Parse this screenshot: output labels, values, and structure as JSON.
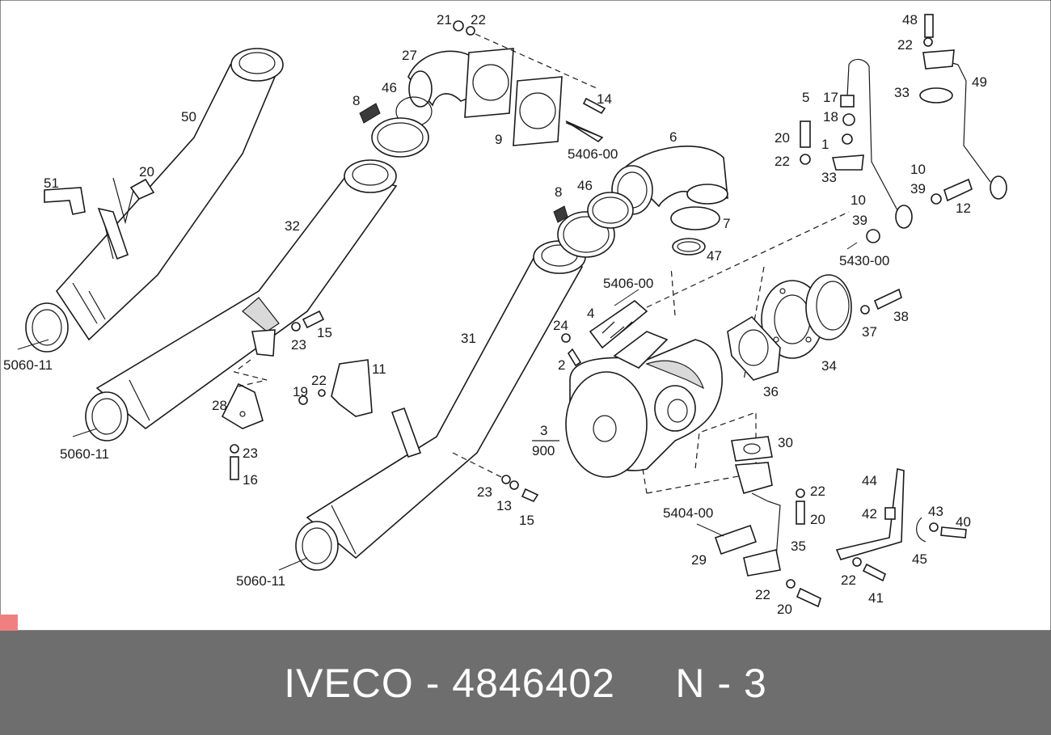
{
  "footer": {
    "brand": "IVECO",
    "separator": "-",
    "part_number": "4846402",
    "suffix": "N - 3"
  },
  "colors": {
    "footer_bg": "#6e6e6e",
    "footer_text": "#ffffff",
    "corner_mark": "#f08080",
    "line": "#1a1a1a"
  },
  "labels": {
    "l1": "5060-11",
    "l2": "5060-11",
    "l3": "5060-11",
    "l4": "50",
    "l5": "51",
    "l6": "20",
    "l7": "32",
    "l8": "15",
    "l9": "23",
    "l10": "28",
    "l11": "23",
    "l12": "16",
    "l13": "19",
    "l14": "22",
    "l15": "11",
    "l16": "31",
    "l17": "23",
    "l18": "13",
    "l19": "15",
    "l20": "21",
    "l21": "22",
    "l22": "27",
    "l23": "46",
    "l24": "8",
    "l25": "14",
    "l26": "9",
    "l27": "5406-00",
    "l28": "6",
    "l29": "46",
    "l30": "8",
    "l31": "7",
    "l32": "47",
    "l33": "5406-00",
    "l34": "4",
    "l35": "24",
    "l36": "2",
    "l37": "3",
    "l38": "900",
    "l39": "36",
    "l40": "34",
    "l41": "37",
    "l42": "38",
    "l43": "48",
    "l44": "22",
    "l45": "33",
    "l46": "49",
    "l47": "5",
    "l48": "17",
    "l49": "18",
    "l50": "20",
    "l51": "1",
    "l52": "22",
    "l53": "33",
    "l54": "10",
    "l55": "39",
    "l56": "12",
    "l57": "10",
    "l58": "39",
    "l59": "5430-00",
    "l60": "30",
    "l61": "22",
    "l62": "20",
    "l63": "5404-00",
    "l64": "35",
    "l65": "29",
    "l66": "22",
    "l67": "20",
    "l68": "44",
    "l69": "42",
    "l70": "43",
    "l71": "40",
    "l72": "45",
    "l73": "22",
    "l74": "41"
  }
}
